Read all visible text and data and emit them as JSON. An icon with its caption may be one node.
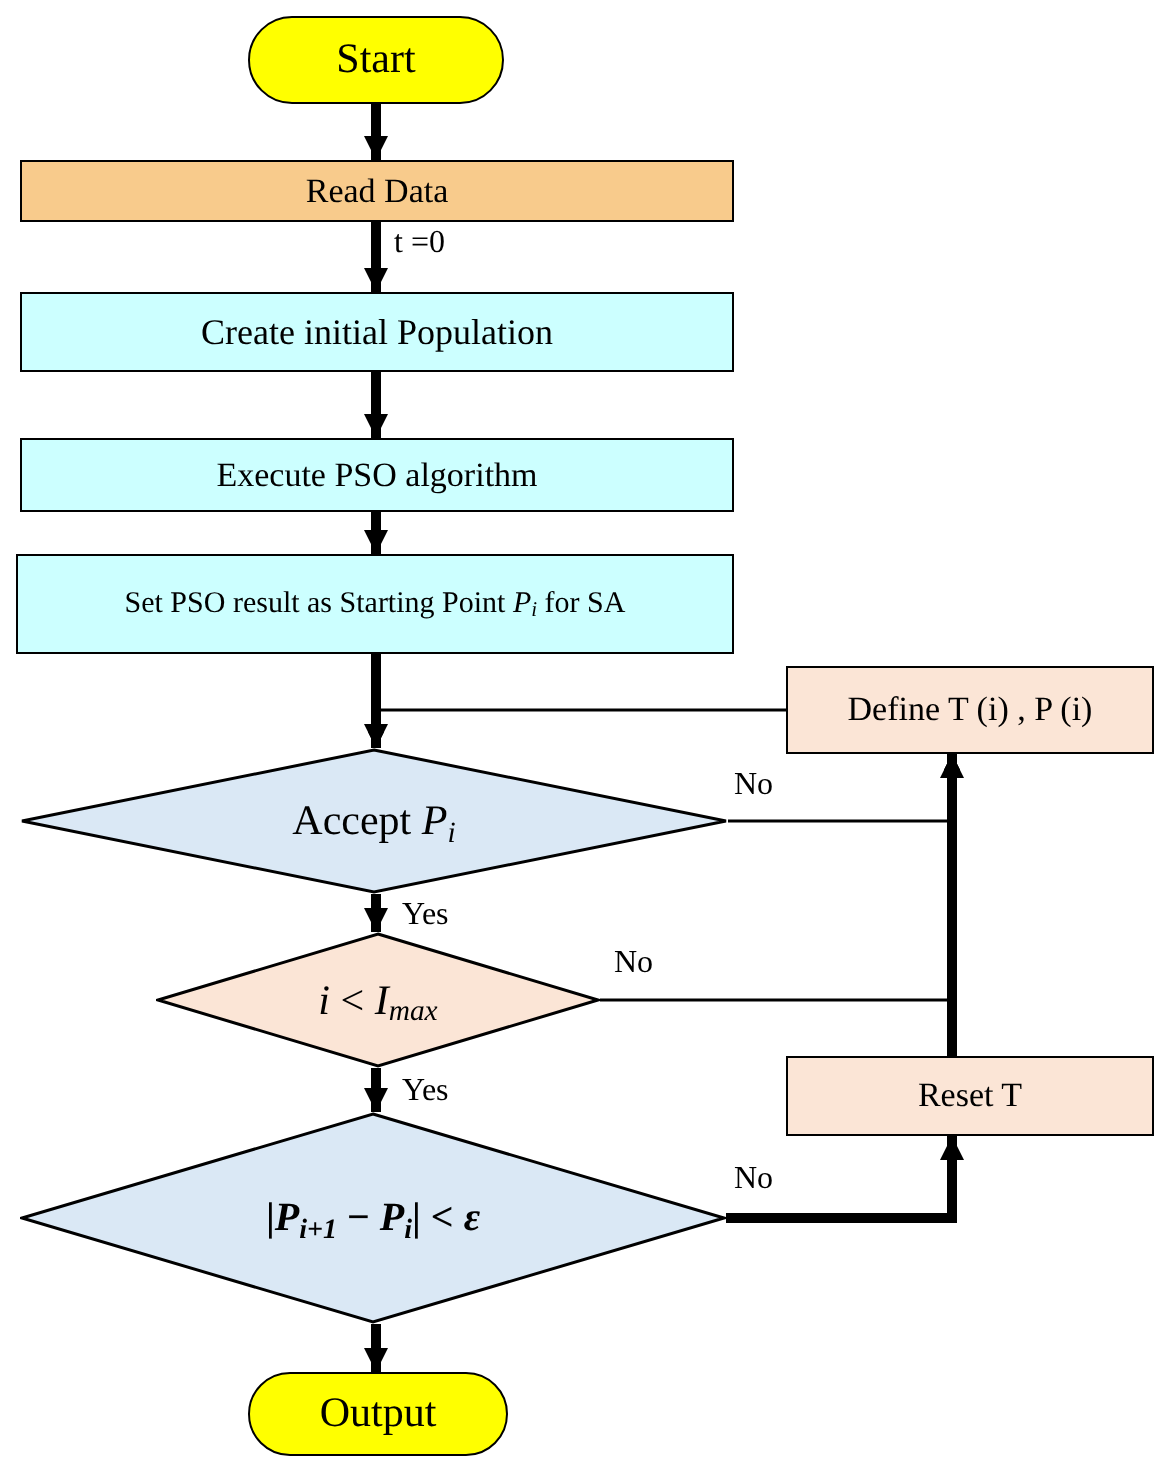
{
  "diagram": {
    "nodes": [
      {
        "text": [
          "Start"
        ]
      },
      {
        "text": [
          "Read Data"
        ]
      },
      {
        "text": [
          "Create initial Population"
        ]
      },
      {
        "text": [
          "Execute PSO algorithm"
        ]
      },
      {
        "text": [
          "Set PSO result as Starting Point *P*$_{i}$ for SA"
        ]
      },
      {
        "text": [
          "Accept *P*$_{i}$"
        ]
      },
      {
        "text": [
          "*i* < *I*$_{max}$"
        ]
      },
      {
        "text": [
          "|*P*$_{i+1}$ − *P*$_{i}$| < *ε*"
        ]
      },
      {
        "text": [
          "Output"
        ]
      },
      {
        "text": [
          "Define T (i) , P (i)"
        ]
      },
      {
        "text": [
          "Reset T"
        ]
      }
    ],
    "edges": [
      {
        "from": 0,
        "to": 1,
        "arrow": "to"
      },
      {
        "from": 1,
        "to": 2,
        "arrow": "to",
        "label": "t =0"
      },
      {
        "from": 2,
        "to": 3,
        "arrow": "to"
      },
      {
        "from": 3,
        "to": 4,
        "arrow": "to"
      },
      {
        "from": 4,
        "to": 5,
        "arrow": "to"
      },
      {
        "from": 9,
        "to": 5,
        "arrow": "to"
      },
      {
        "from": 5,
        "to": 9,
        "arrow": "to",
        "label": "No"
      },
      {
        "from": 5,
        "to": 6,
        "arrow": "to",
        "label": "Yes"
      },
      {
        "from": 6,
        "to": 9,
        "arrow": "to",
        "label": "No"
      },
      {
        "from": 6,
        "to": 7,
        "arrow": "to",
        "label": "Yes"
      },
      {
        "from": 7,
        "to": 10,
        "arrow": "to",
        "label": "No"
      },
      {
        "from": 7,
        "to": 8,
        "arrow": "to"
      },
      {
        "from": 10,
        "to": 9,
        "arrow": "to"
      }
    ]
  }
}
